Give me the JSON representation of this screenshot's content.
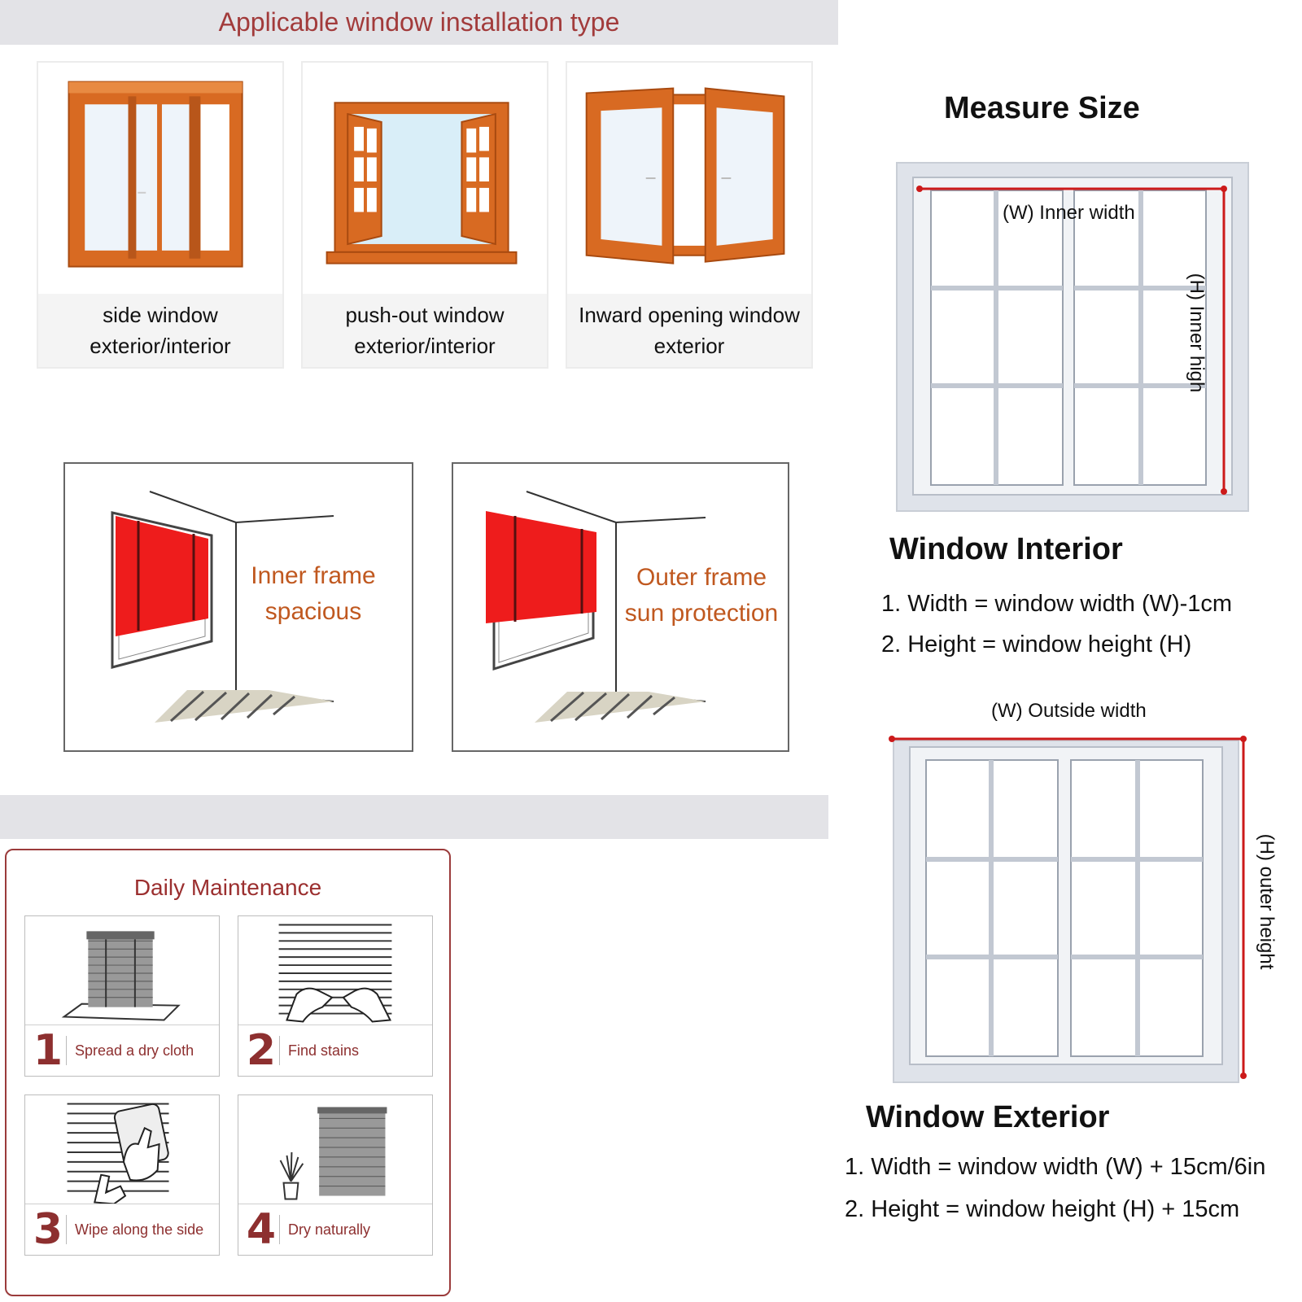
{
  "installation": {
    "title": "Applicable window installation type",
    "types": [
      {
        "line1": "side window",
        "line2": "exterior/interior"
      },
      {
        "line1": "push-out window",
        "line2": "exterior/interior"
      },
      {
        "line1": "Inward opening window",
        "line2": "exterior"
      }
    ]
  },
  "frames": {
    "inner": {
      "line1": "Inner frame",
      "line2": "spacious"
    },
    "outer": {
      "line1": "Outer frame",
      "line2": "sun protection"
    }
  },
  "maintenance": {
    "title": "Daily Maintenance",
    "steps": [
      {
        "num": "1",
        "text": "Spread a dry cloth"
      },
      {
        "num": "2",
        "text": "Find stains"
      },
      {
        "num": "3",
        "text": "Wipe along the side"
      },
      {
        "num": "4",
        "text": "Dry naturally"
      }
    ]
  },
  "measure": {
    "title": "Measure Size",
    "interior": {
      "width_label": "(W) Inner width",
      "height_label": "(H) Inner high",
      "heading": "Window Interior",
      "formula1": "1. Width = window width (W)-1cm",
      "formula2": "2. Height = window height (H)"
    },
    "exterior": {
      "width_label": "(W) Outside width",
      "height_label": "(H) outer height",
      "heading": "Window Exterior",
      "formula1": "1. Width = window width (W) + 15cm/6in",
      "formula2": "2. Height = window height (H) + 15cm"
    }
  },
  "colors": {
    "accent_red": "#a23b3b",
    "frame_orange": "#d2691e",
    "label_orange": "#c0581f",
    "blind_red": "#ee1c1c",
    "measure_line": "#cc1a1a"
  }
}
